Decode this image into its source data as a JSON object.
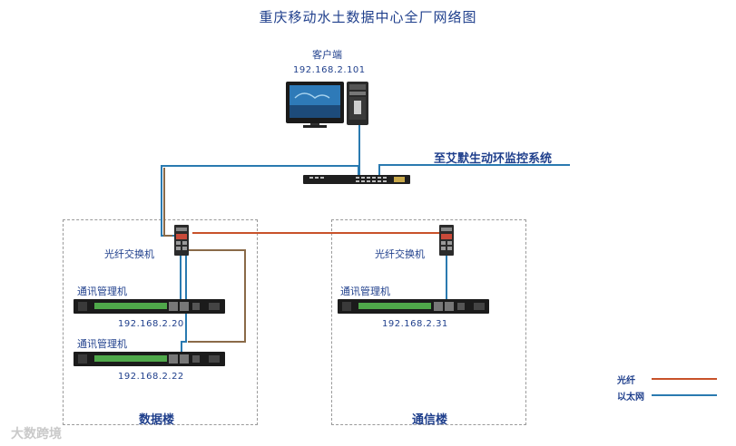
{
  "title": "重庆移动水土数据中心全厂网络图",
  "client": {
    "label": "客户端",
    "ip": "192.168.2.101"
  },
  "system_label": "至艾默生动环监控系统",
  "zone_left": {
    "name": "数据楼",
    "switch_label": "光纤交换机",
    "units": [
      {
        "label": "通讯管理机",
        "ip": "192.168.2.20"
      },
      {
        "label": "通讯管理机",
        "ip": "192.168.2.22"
      }
    ]
  },
  "zone_right": {
    "name": "通信楼",
    "switch_label": "光纤交换机",
    "units": [
      {
        "label": "通讯管理机",
        "ip": "192.168.2.31"
      }
    ]
  },
  "legend": {
    "fiber": {
      "label": "光纤",
      "color": "#c8522a"
    },
    "ethernet": {
      "label": "以太网",
      "color": "#2a7ab0"
    }
  },
  "watermark": "大数跨境"
}
